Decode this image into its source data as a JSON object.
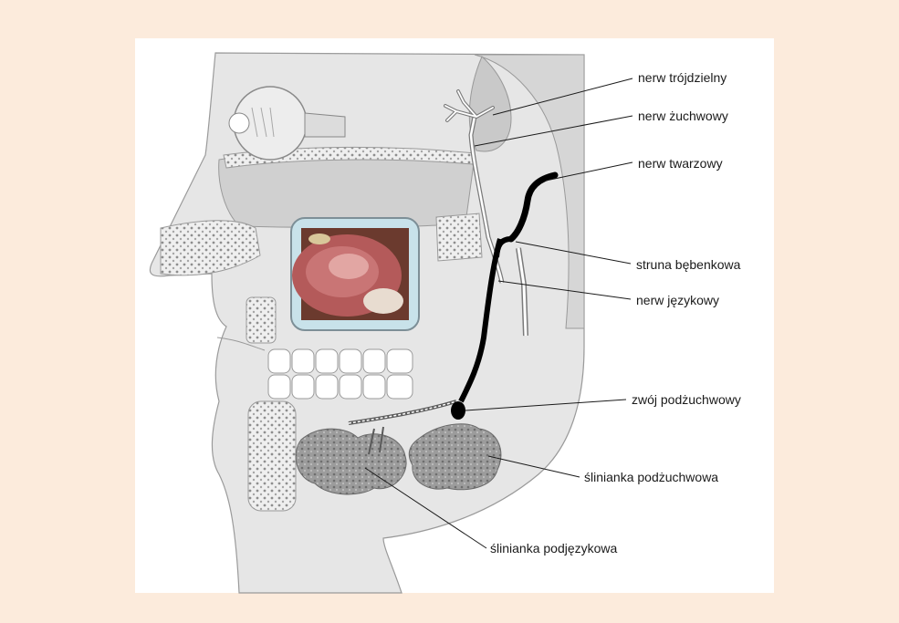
{
  "labels": {
    "trigeminal": "nerw trójdzielny",
    "mandibular": "nerw żuchwowy",
    "facial": "nerw twarzowy",
    "chorda": "struna bębenkowa",
    "lingual": "nerw językowy",
    "ganglion": "zwój podżuchwowy",
    "submandibular_gland": "ślinianka podżuchwowa",
    "sublingual_gland": "ślinianka podjęzykowa"
  },
  "colors": {
    "page_background": "#fcebdc",
    "panel_background": "#ffffff",
    "anatomy_fill": "#e3e3e3",
    "bone_fill": "#d2d2d2",
    "nerve_black": "#000000",
    "inset_frame": "#c8e2ea"
  },
  "inset_photo": {
    "subject": "tongue close-up photograph"
  }
}
